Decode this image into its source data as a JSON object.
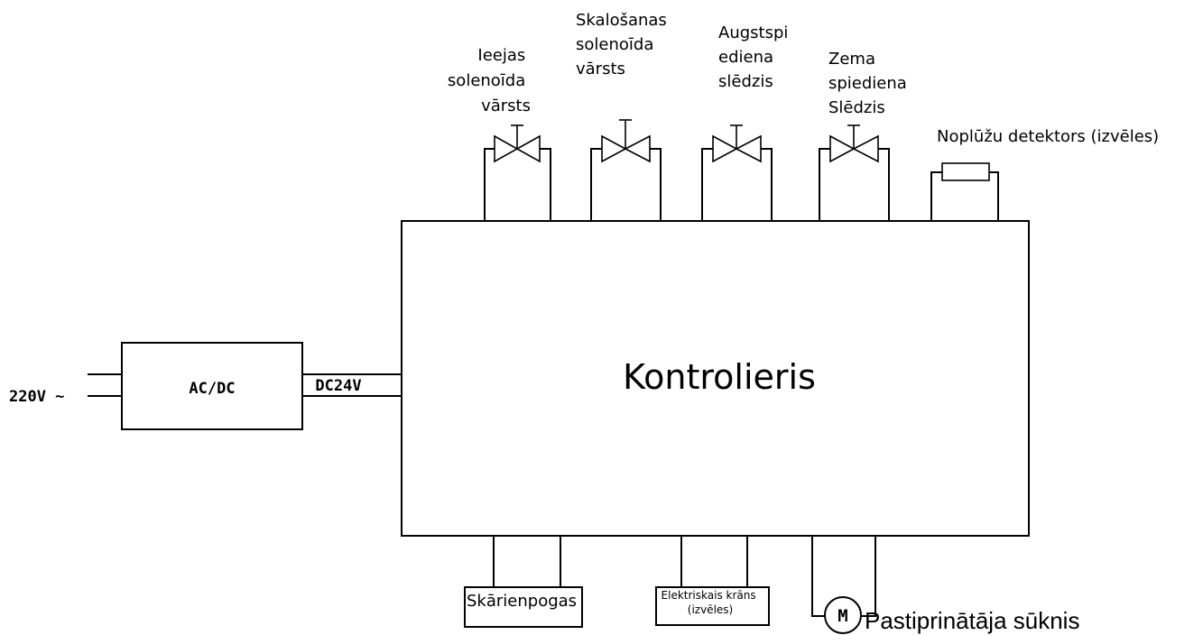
{
  "diagram": {
    "controller_label": "Kontrolieris",
    "input_voltage_label": "220V ~",
    "converter_label": "AC/DC",
    "dc_output_label": "DC24V",
    "valves": [
      {
        "label_lines": [
          "Ieejas",
          "solenoīda",
          "vārsts"
        ]
      },
      {
        "label_lines": [
          "Skalošanas",
          "solenoīda",
          "vārsts"
        ]
      },
      {
        "label_lines": [
          "Augstspi",
          "ediena",
          "slēdzis"
        ]
      },
      {
        "label_lines": [
          "Zema",
          "spiediena",
          "Slēdzis"
        ]
      }
    ],
    "leak_detector_label": "Noplūžu detektors (izvēles)",
    "touch_buttons_label": "Skārienpogas",
    "electric_valve_label_lines": [
      "Elektriskais krāns",
      "(izvēles)"
    ],
    "motor_symbol": "M",
    "booster_pump_label": "Pastiprinātāja sūknis"
  }
}
